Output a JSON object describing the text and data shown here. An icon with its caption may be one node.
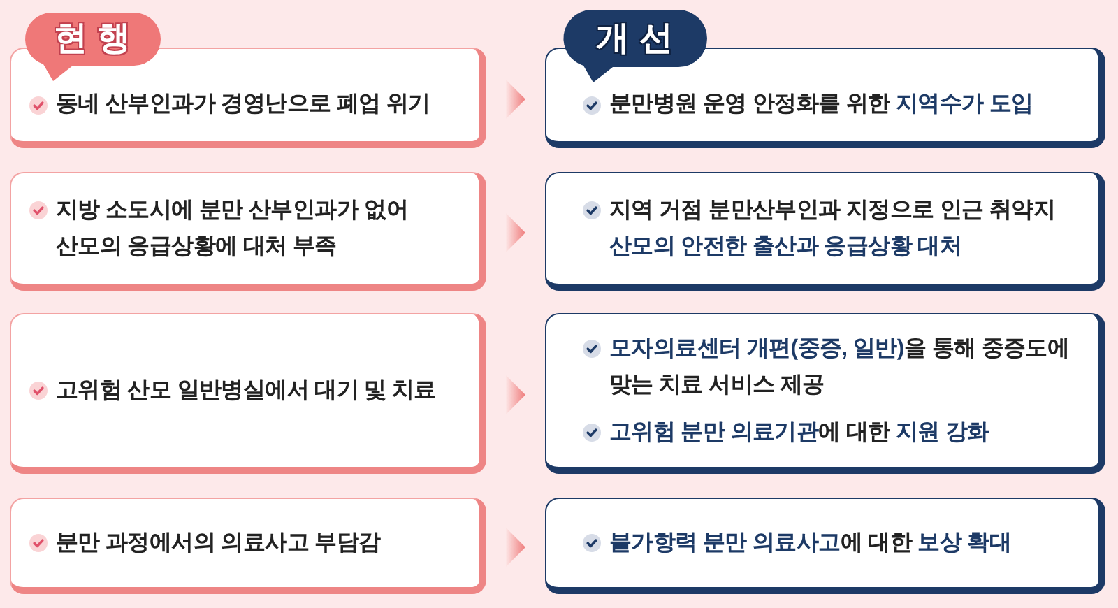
{
  "diagram": {
    "nodes": [
      {
        "text": [
          "현 행"
        ]
      },
      {
        "text": [
          "개 선"
        ]
      },
      {
        "text": [
          "동네 산부인과가 경영난으로 폐업 위기"
        ]
      },
      {
        "text": [
          "분만병원 운영 안정화를 위한 **지역수가 도입**"
        ]
      },
      {
        "text": [
          "지방 소도시에 분만 산부인과가 없어 산모의 응급상황에 대처 부족"
        ]
      },
      {
        "text": [
          "지역 거점 분만산부인과 지정으로 인근 취약지 **산모의 안전한 출산과 응급상황 대처**"
        ]
      },
      {
        "text": [
          "고위험 산모 일반병실에서 대기 및 치료"
        ]
      },
      {
        "text": [
          "**모자의료센터 개편(중증, 일반)**을 통해 중증도에 맞는 치료 서비스 제공",
          "**고위험 분만 의료기관**에 대한 **지원 강화**"
        ]
      },
      {
        "text": [
          "분만 과정에서의 의료사고 부담감"
        ]
      },
      {
        "text": [
          "**불가항력 분만 의료사고**에 대한 **보상 확대**"
        ]
      }
    ],
    "edges": [
      {
        "from": 2,
        "to": 3,
        "arrow": "to"
      },
      {
        "from": 4,
        "to": 5,
        "arrow": "to"
      },
      {
        "from": 6,
        "to": 7,
        "arrow": "to"
      },
      {
        "from": 8,
        "to": 9,
        "arrow": "to"
      }
    ]
  }
}
